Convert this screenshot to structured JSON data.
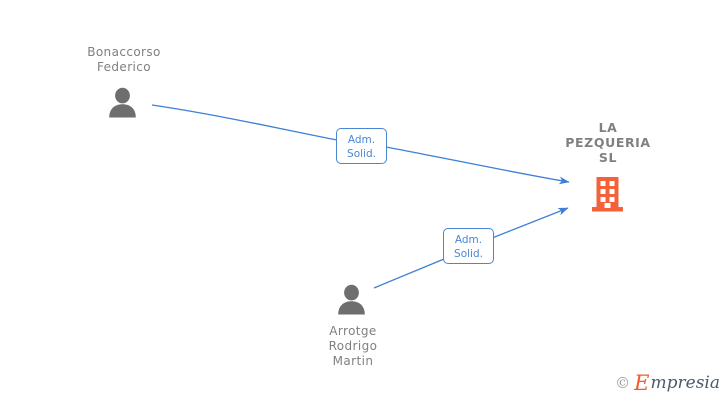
{
  "diagram": {
    "type": "org-relationship-graph",
    "background_color": "#ffffff",
    "person_icon_color": "#6e6e6e",
    "company_icon_color": "#f4623a",
    "edge_color": "#4a86d6",
    "text_color": "#808080",
    "nodes": [
      {
        "id": "person-bonaccorso",
        "kind": "person",
        "icon": "person-icon",
        "label": "Bonaccorso\nFederico",
        "label_lines": [
          "Bonaccorso",
          "Federico"
        ]
      },
      {
        "id": "person-arrotge",
        "kind": "person",
        "icon": "person-icon",
        "label": "Arrotge\nRodrigo\nMartin",
        "label_lines": [
          "Arrotge",
          "Rodrigo",
          "Martin"
        ]
      },
      {
        "id": "company-la-pezqueria",
        "kind": "company",
        "icon": "building-icon",
        "label": "LA\nPEZQUERIA\nSL",
        "label_lines": [
          "LA",
          "PEZQUERIA",
          "SL"
        ]
      }
    ],
    "edges": [
      {
        "id": "edge-bonaccorso-to-company",
        "from": "person-bonaccorso",
        "to": "company-la-pezqueria",
        "label": "Adm.\nSolid.",
        "label_lines": [
          "Adm.",
          "Solid."
        ],
        "arrow": "arrowhead-right"
      },
      {
        "id": "edge-arrotge-to-company",
        "from": "person-arrotge",
        "to": "company-la-pezqueria",
        "label": "Adm.\nSolid.",
        "label_lines": [
          "Adm.",
          "Solid."
        ],
        "arrow": "arrowhead-right"
      }
    ]
  },
  "watermark": {
    "copyright": "©",
    "brand_initial": "E",
    "brand_rest": "mpresia"
  }
}
